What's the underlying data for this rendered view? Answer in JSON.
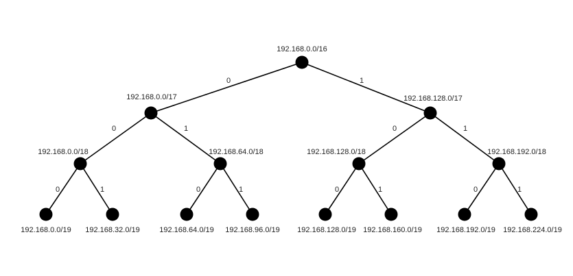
{
  "diagram": {
    "colors": {
      "node": "#000000",
      "edge": "#000000",
      "text": "#222222"
    },
    "nodes": [
      {
        "id": "n0",
        "label": "192.168.0.0/16"
      },
      {
        "id": "n1",
        "label": "192.168.0.0/17"
      },
      {
        "id": "n2",
        "label": "192.168.128.0/17"
      },
      {
        "id": "n3",
        "label": "192.168.0.0/18"
      },
      {
        "id": "n4",
        "label": "192.168.64.0/18"
      },
      {
        "id": "n5",
        "label": "192.168.128.0/18"
      },
      {
        "id": "n6",
        "label": "192.168.192.0/18"
      },
      {
        "id": "n7",
        "label": "192.168.0.0/19"
      },
      {
        "id": "n8",
        "label": "192.168.32.0/19"
      },
      {
        "id": "n9",
        "label": "192.168.64.0/19"
      },
      {
        "id": "n10",
        "label": "192.168.96.0/19"
      },
      {
        "id": "n11",
        "label": "192.168.128.0/19"
      },
      {
        "id": "n12",
        "label": "192.168.160.0/19"
      },
      {
        "id": "n13",
        "label": "192.168.192.0/19"
      },
      {
        "id": "n14",
        "label": "192.168.224.0/19"
      }
    ],
    "edges": [
      {
        "from": "n0",
        "to": "n1",
        "label": "0"
      },
      {
        "from": "n0",
        "to": "n2",
        "label": "1"
      },
      {
        "from": "n1",
        "to": "n3",
        "label": "0"
      },
      {
        "from": "n1",
        "to": "n4",
        "label": "1"
      },
      {
        "from": "n2",
        "to": "n5",
        "label": "0"
      },
      {
        "from": "n2",
        "to": "n6",
        "label": "1"
      },
      {
        "from": "n3",
        "to": "n7",
        "label": "0"
      },
      {
        "from": "n3",
        "to": "n8",
        "label": "1"
      },
      {
        "from": "n4",
        "to": "n9",
        "label": "0"
      },
      {
        "from": "n4",
        "to": "n10",
        "label": "1"
      },
      {
        "from": "n5",
        "to": "n11",
        "label": "0"
      },
      {
        "from": "n5",
        "to": "n12",
        "label": "1"
      },
      {
        "from": "n6",
        "to": "n13",
        "label": "0"
      },
      {
        "from": "n6",
        "to": "n14",
        "label": "1"
      }
    ]
  }
}
